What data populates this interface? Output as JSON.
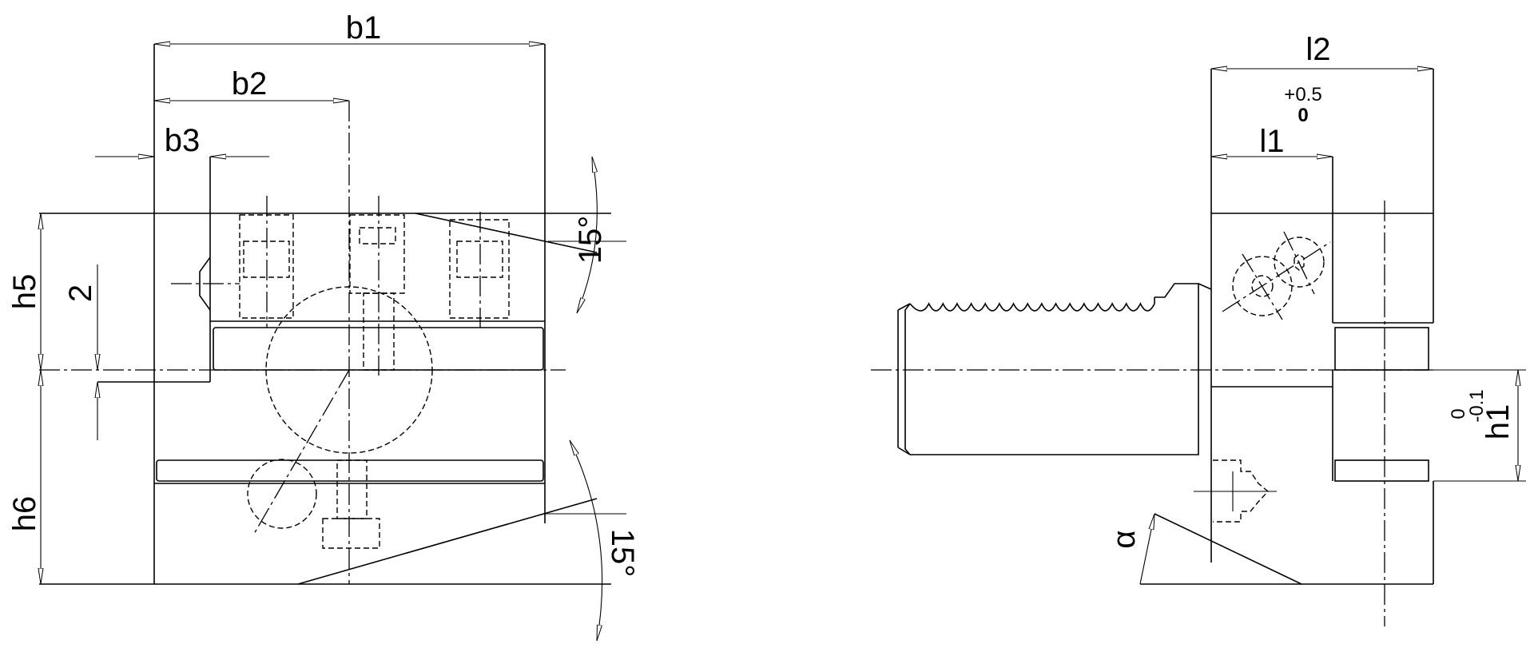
{
  "front_view": {
    "labels": {
      "b1": "b1",
      "b2": "b2",
      "b3": "b3",
      "h5": "h5",
      "h6": "h6",
      "step": "2",
      "angle_top": "15°",
      "angle_bottom": "15°"
    }
  },
  "side_view": {
    "labels": {
      "l2": "l2",
      "l1": "l1",
      "l1_tol_upper": "+0.5",
      "l1_tol_lower": "0",
      "h1": "h1",
      "h1_tol_upper": "0",
      "h1_tol_lower": "-0.1",
      "alpha": "α"
    }
  },
  "colors": {
    "line": "#000000",
    "background": "#ffffff"
  }
}
